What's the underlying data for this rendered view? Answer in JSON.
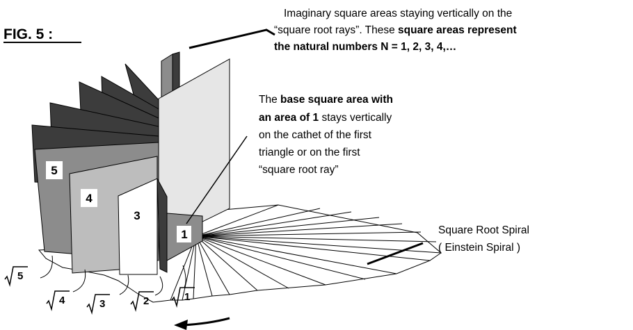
{
  "figure": {
    "label": "FIG. 5 :",
    "colors": {
      "dark": "#3c3c3c",
      "mid": "#8c8c8c",
      "light": "#bdbdbd",
      "pale": "#e6e6e6",
      "white": "#ffffff"
    }
  },
  "annotations": {
    "top": [
      {
        "text": "Imaginary square areas staying vertically on the",
        "bold": false
      },
      {
        "text": "“square root rays”. These ",
        "bold": false,
        "tail": "square areas represent"
      },
      {
        "text": "the natural numbers  N = 1, 2, 3, 4,…",
        "bold": true
      }
    ],
    "middle": [
      {
        "pre": "The ",
        "bold": "base square area with"
      },
      {
        "bold": "an area of 1",
        "post": " stays vertically"
      },
      {
        "pre": "on the cathet of the first"
      },
      {
        "pre": "triangle or on the first"
      },
      {
        "pre": "“square root ray”"
      }
    ],
    "spiral": [
      "Square Root Spiral",
      "( Einstein Spiral )"
    ]
  },
  "square_labels": [
    "1",
    "3",
    "4",
    "5"
  ],
  "root_labels": [
    "1",
    "2",
    "3",
    "4",
    "5"
  ]
}
